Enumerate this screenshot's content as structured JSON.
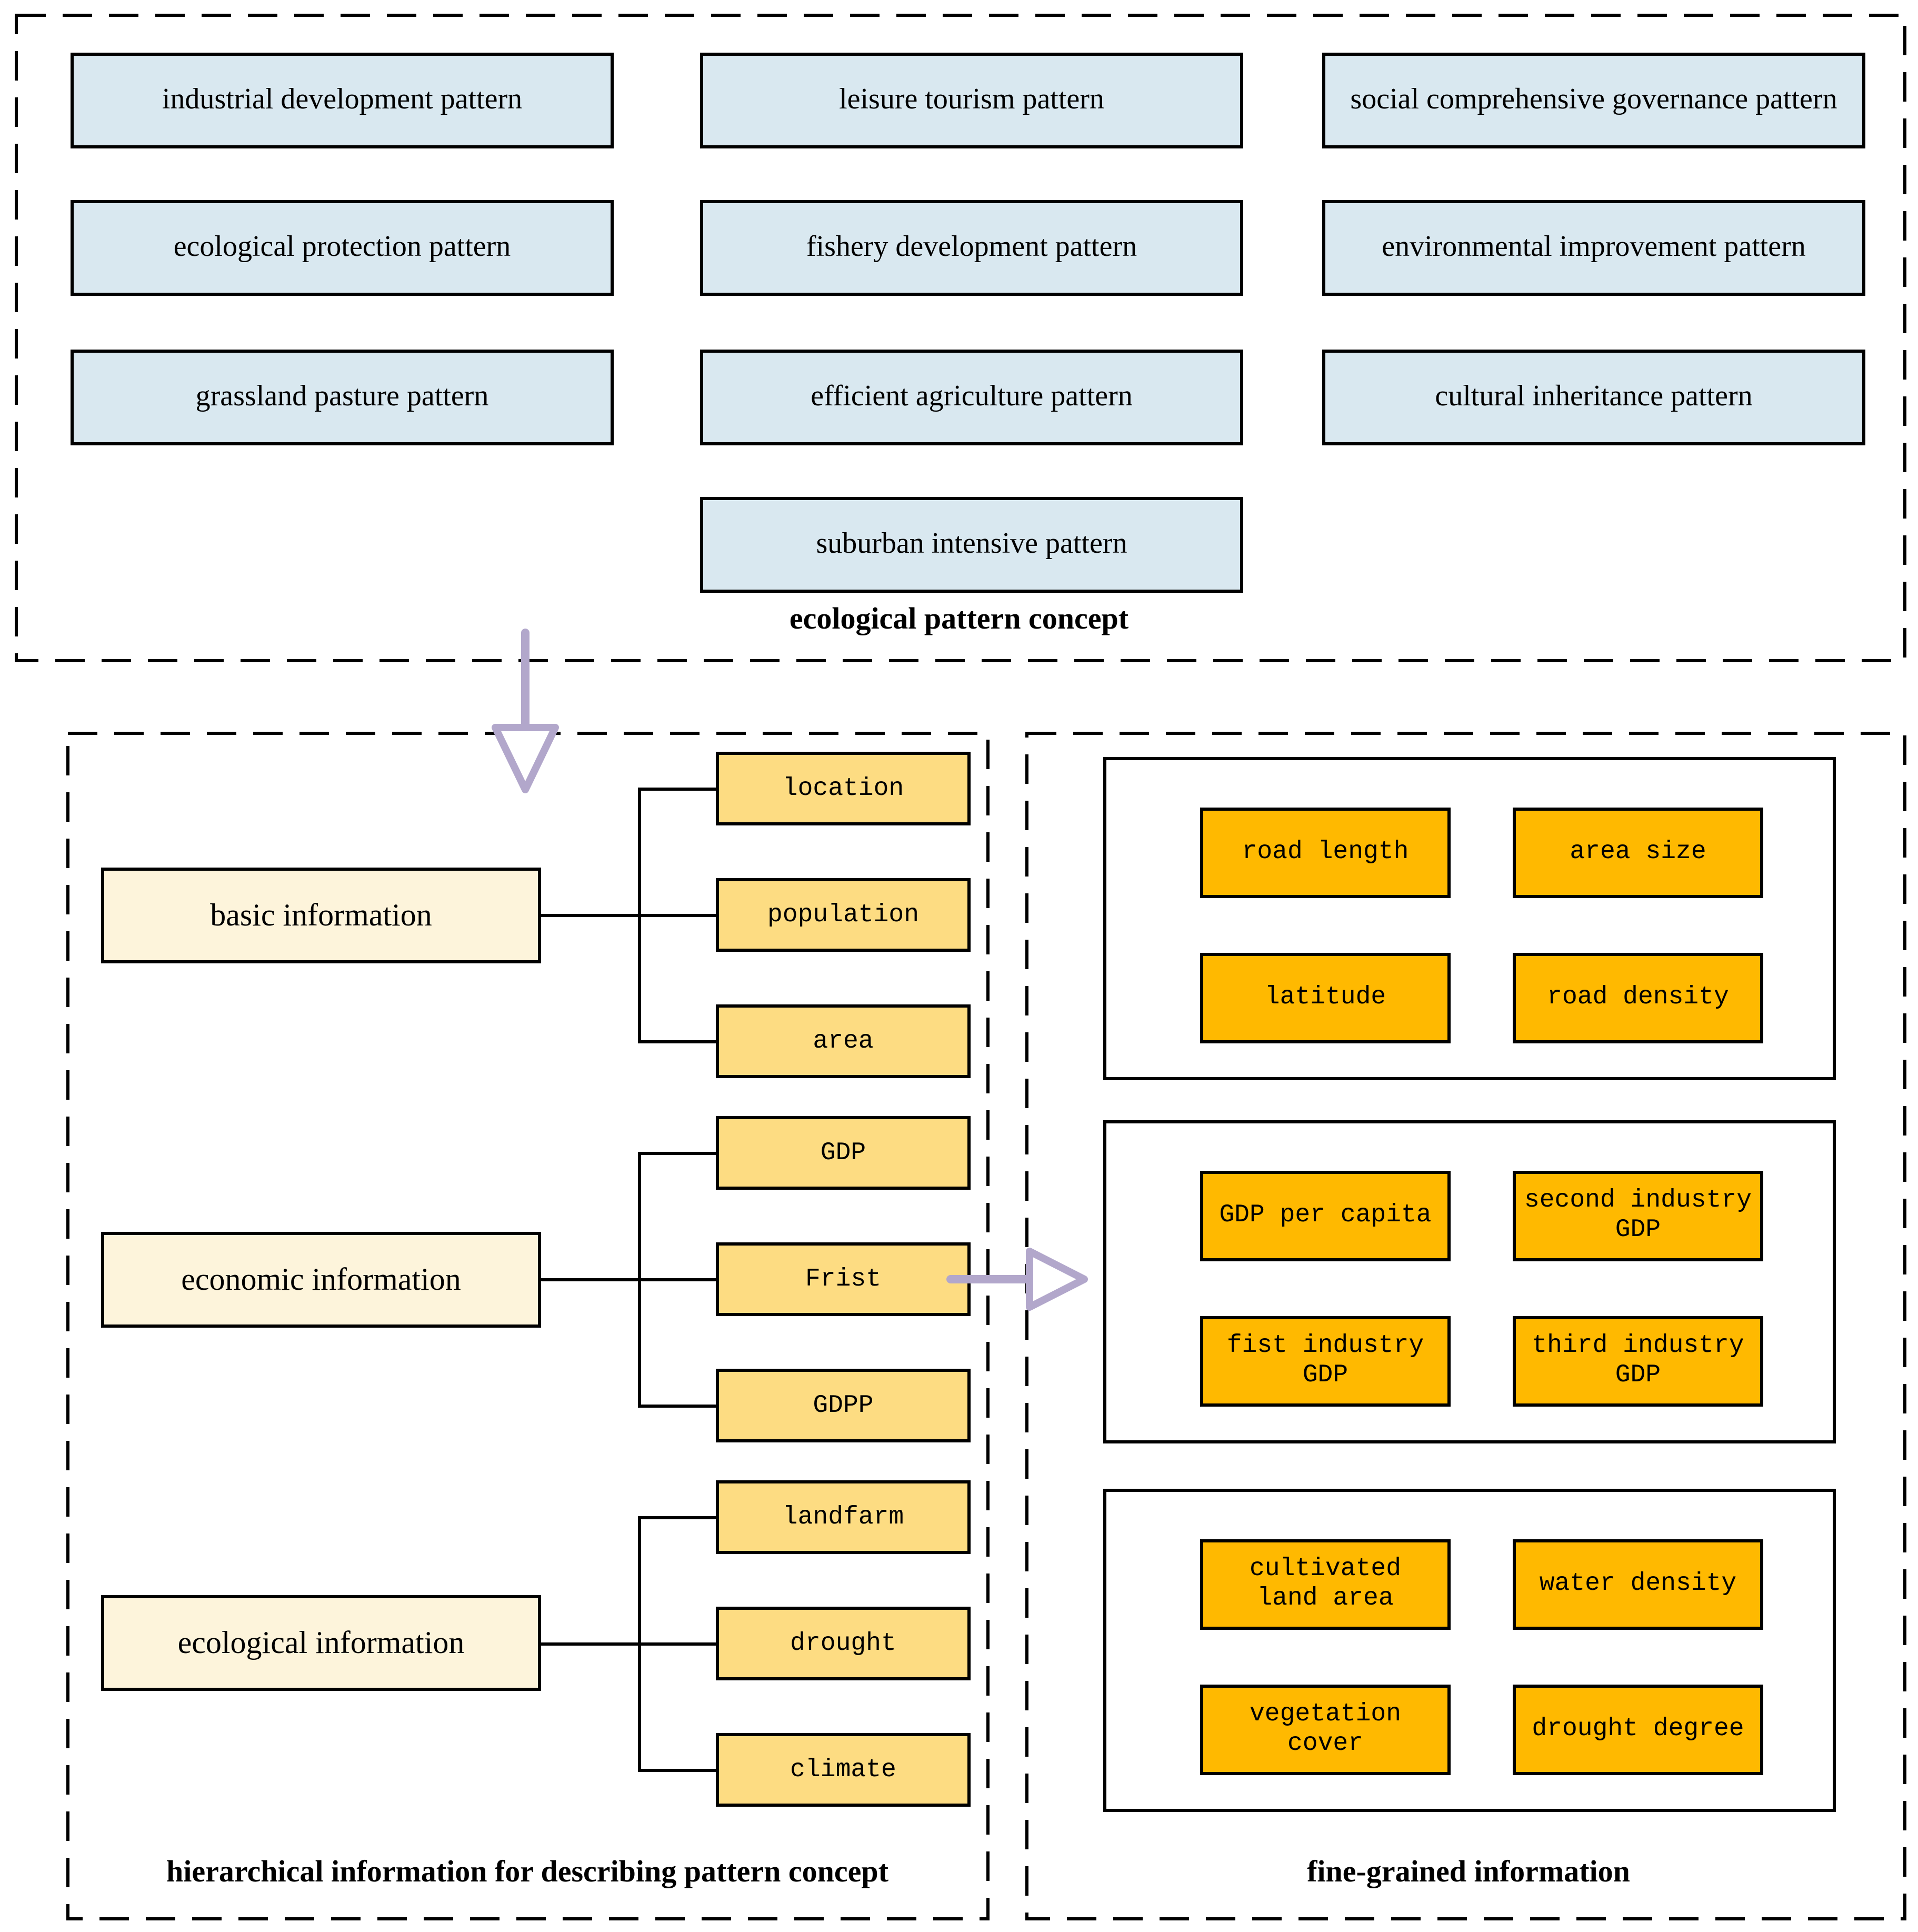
{
  "colors": {
    "concept": "#D9E8F0",
    "group": "#FDF4DB",
    "child": "#FDDC82",
    "fine": "#FFB900",
    "arrow": "#B2A7CB"
  },
  "concept": {
    "label": "ecological pattern concept",
    "boxes": [
      "industrial development pattern",
      "leisure tourism pattern",
      "social comprehensive governance pattern",
      "ecological protection pattern",
      "fishery development pattern",
      "environmental improvement pattern",
      "grassland pasture pattern",
      "efficient agriculture pattern",
      "cultural inheritance pattern",
      "suburban intensive pattern"
    ]
  },
  "hierarchy": {
    "label": "hierarchical information for describing pattern concept",
    "groups": [
      {
        "parent": "basic information",
        "children": [
          "location",
          "population",
          "area"
        ]
      },
      {
        "parent": "economic information",
        "children": [
          "GDP",
          "Frist",
          "GDPP"
        ]
      },
      {
        "parent": "ecological information",
        "children": [
          "landfarm",
          "drought",
          "climate"
        ]
      }
    ]
  },
  "fine_grained": {
    "label": "fine-grained information",
    "panels": [
      {
        "items": [
          "road length",
          "area size",
          "latitude",
          "road density"
        ]
      },
      {
        "items": [
          "GDP per capita",
          "second industry\nGDP",
          "fist industry\nGDP",
          "third industry\nGDP"
        ]
      },
      {
        "items": [
          "cultivated\nland area",
          "water density",
          "vegetation\ncover",
          "drought degree"
        ]
      }
    ]
  }
}
